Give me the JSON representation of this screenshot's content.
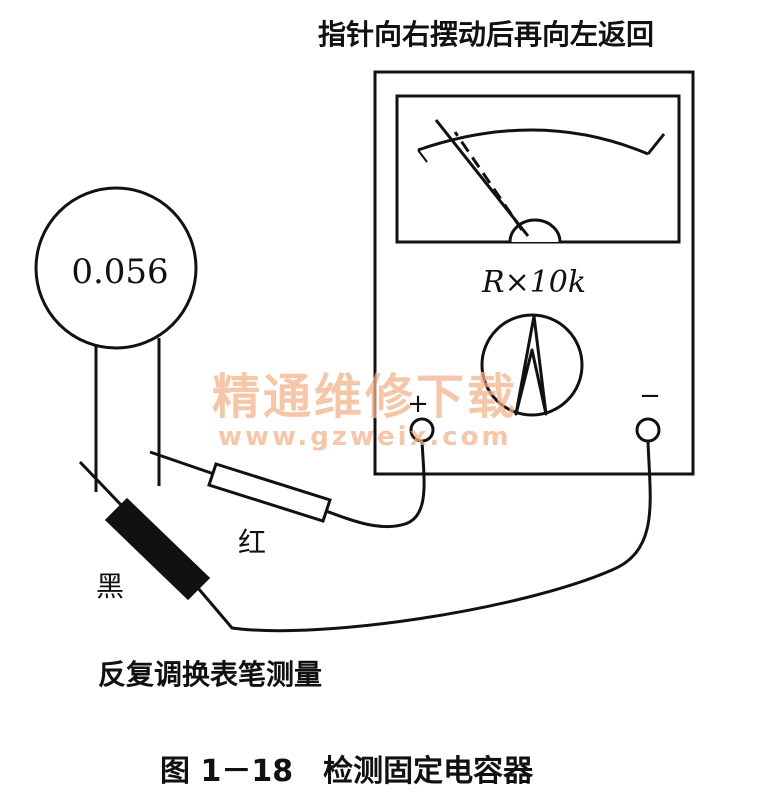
{
  "top_annotation": "指针向右摆动后再向左返回",
  "capacitor_value": "0.056",
  "range_setting": "R×10k",
  "terminal_plus": "+",
  "terminal_minus": "−",
  "lead_red_label": "红",
  "lead_black_label": "黑",
  "instruction": "反复调换表笔测量",
  "caption": "图 1－18　检测固定电容器",
  "watermark": {
    "line1": "精通维修下载",
    "line2": "www.gzweix.com",
    "color": "#f2b38c"
  }
}
